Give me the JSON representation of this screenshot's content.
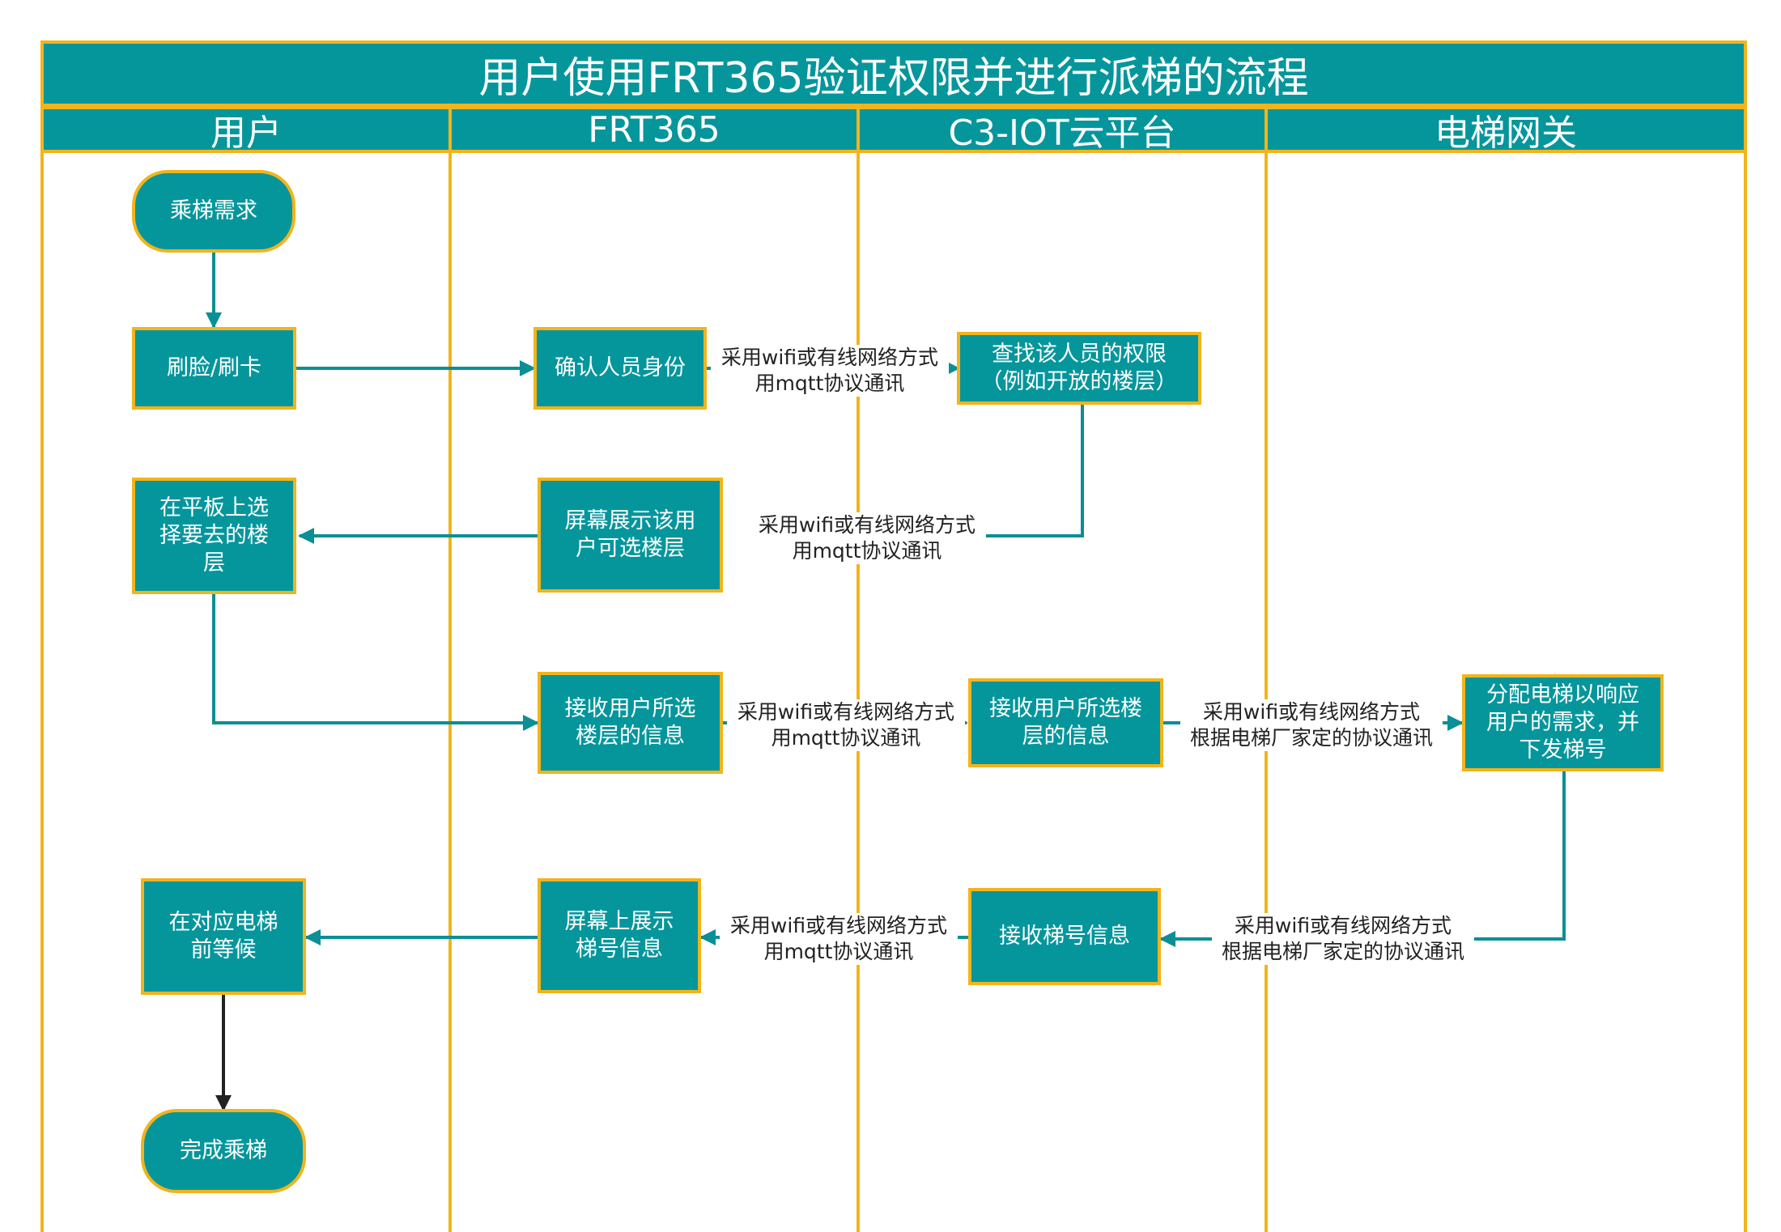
{
  "title": "用户使用FRT365验证权限并进行派梯的流程",
  "lanes": [
    "用户",
    "FRT365",
    "C3-IOT云平台",
    "电梯网关"
  ],
  "colors": {
    "fill": "#05969c",
    "border": "#f2b41b",
    "edge": "#0a8f96",
    "final_edge": "#222222"
  },
  "nodes": {
    "ride_demand": "乘梯需求",
    "face_card": "刷脸/刷卡",
    "confirm_identity": "确认人员身份",
    "lookup_permission": "查找该人员的权限\n（例如开放的楼层）",
    "show_floors": "屏幕展示该用\n户可选楼层",
    "select_floor": "在平板上选\n择要去的楼\n层",
    "receive_floor_frt": "接收用户所选\n楼层的信息",
    "receive_floor_cloud": "接收用户所选楼\n层的信息",
    "assign_elevator": "分配电梯以响应\n用户的需求，并\n下发梯号",
    "receive_elevator_no": "接收梯号信息",
    "show_elevator_no": "屏幕上展示\n梯号信息",
    "wait_elevator": "在对应电梯\n前等候",
    "finish": "完成乘梯"
  },
  "edge_labels": {
    "mqtt_1": "采用wifi或有线网络方式\n用mqtt协议通讯",
    "mqtt_2": "采用wifi或有线网络方式\n用mqtt协议通讯",
    "mqtt_3": "采用wifi或有线网络方式\n用mqtt协议通讯",
    "vendor_1": "采用wifi或有线网络方式\n根据电梯厂家定的协议通讯",
    "vendor_2": "采用wifi或有线网络方式\n根据电梯厂家定的协议通讯",
    "mqtt_4": "采用wifi或有线网络方式\n用mqtt协议通讯"
  }
}
